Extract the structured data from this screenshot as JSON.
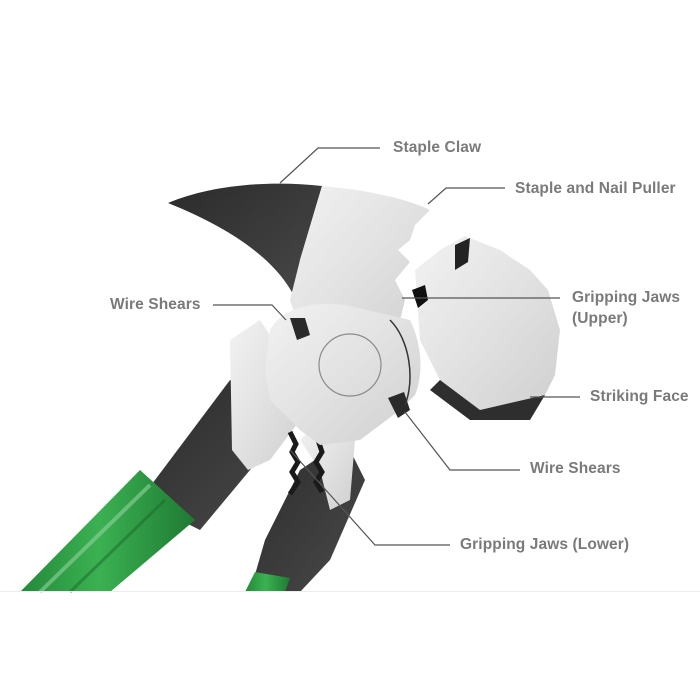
{
  "diagram": {
    "subject": "Fencing pliers",
    "colors": {
      "steel": "#e4e4e4",
      "steel_shadow": "#c9c9c9",
      "black_coating": "#3a3a3a",
      "handle_green": "#2e9a44",
      "handle_green_dark": "#1f7a33",
      "label_text": "#7a7a7a",
      "leader_line": "#555555"
    },
    "labels": [
      {
        "id": "staple-claw",
        "text": "Staple Claw"
      },
      {
        "id": "staple-nail-puller",
        "text": "Staple and Nail Puller"
      },
      {
        "id": "wire-shears-left",
        "text": "Wire Shears"
      },
      {
        "id": "gripping-jaws-upper-line1",
        "text": "Gripping Jaws"
      },
      {
        "id": "gripping-jaws-upper-line2",
        "text": "(Upper)"
      },
      {
        "id": "striking-face",
        "text": "Striking Face"
      },
      {
        "id": "wire-shears-right",
        "text": "Wire Shears"
      },
      {
        "id": "gripping-jaws-lower",
        "text": "Gripping Jaws (Lower)"
      }
    ]
  }
}
